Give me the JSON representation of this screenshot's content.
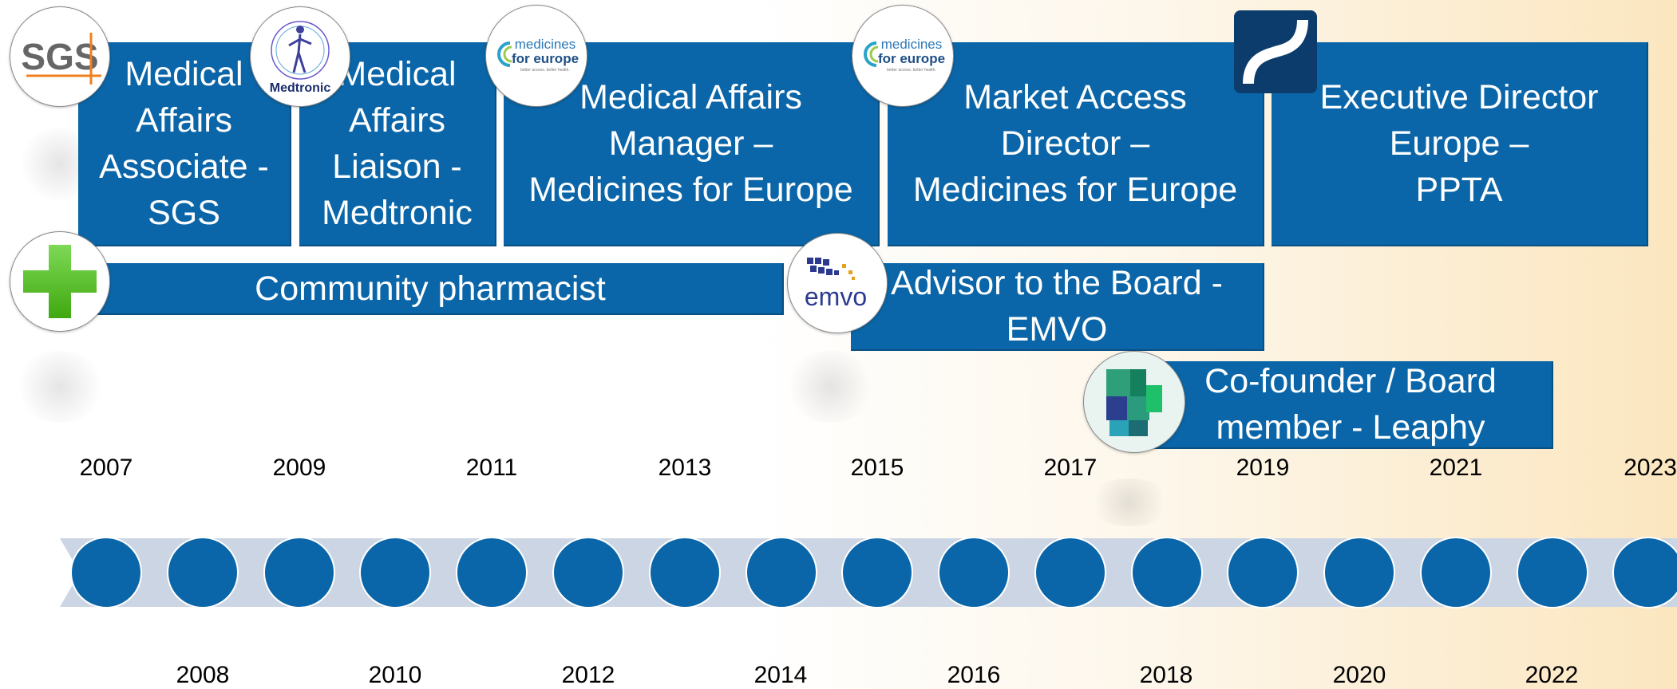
{
  "roles": {
    "sgs": "Medical\nAffairs\nAssociate -\nSGS",
    "medtronic": "Medical\nAffairs\nLiaison -\nMedtronic",
    "mfe_manager": "Medical Affairs\nManager –\nMedicines for Europe",
    "mfe_director": "Market Access\nDirector –\nMedicines for Europe",
    "ppta": "Executive Director\nEurope –\nPPTA",
    "pharmacist": "Community pharmacist",
    "emvo": "Advisor to the Board -\nEMVO",
    "leaphy": "Co-founder / Board\nmember - Leaphy"
  },
  "logos": {
    "sgs": "SGS",
    "medtronic": "Medtronic",
    "mfe_line1": "medicines",
    "mfe_line2": "for europe",
    "mfe_tagline": "better access. better health.",
    "emvo": "emvo"
  },
  "years_top": [
    "2007",
    "2009",
    "2011",
    "2013",
    "2015",
    "2017",
    "2019",
    "2021",
    "2023"
  ],
  "years_bottom": [
    "2008",
    "2010",
    "2012",
    "2014",
    "2016",
    "2018",
    "2020",
    "2022"
  ],
  "colors": {
    "role_blue": "#0a66a8",
    "band": "#ccd5e3",
    "pharmacy_green": "#5cc31c",
    "sgs_orange": "#f07f1f",
    "ppta_navy": "#0c3c6b"
  }
}
